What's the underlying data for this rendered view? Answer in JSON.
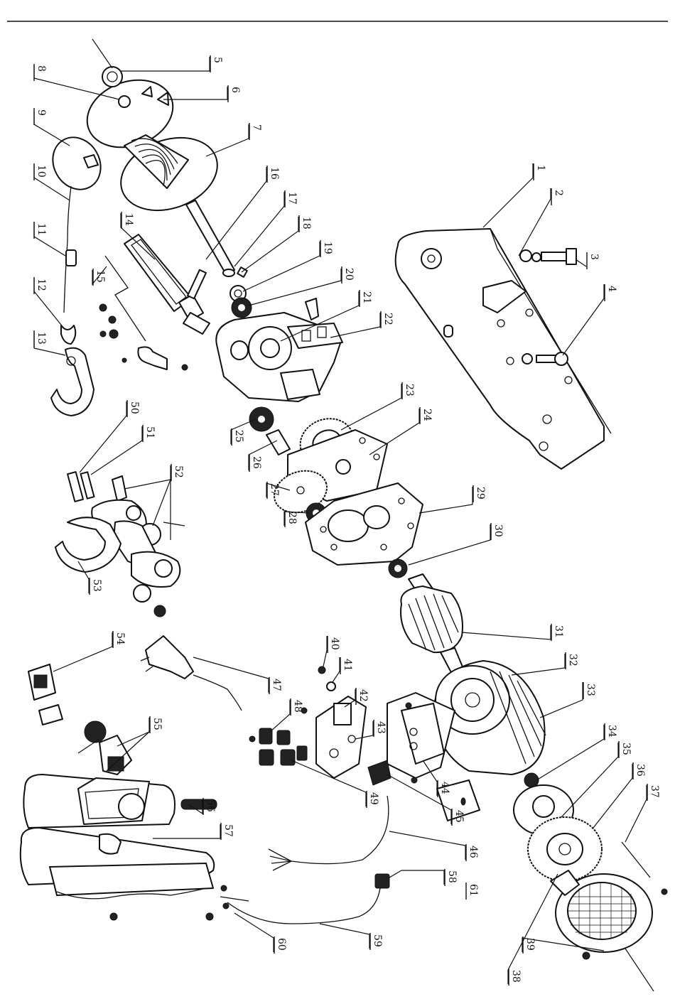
{
  "callouts": [
    "1",
    "2",
    "3",
    "4",
    "5",
    "6",
    "7",
    "8",
    "9",
    "10",
    "11",
    "12",
    "13",
    "14",
    "15",
    "16",
    "17",
    "18",
    "19",
    "20",
    "21",
    "22",
    "23",
    "24",
    "25",
    "26",
    "27",
    "28",
    "29",
    "30",
    "31",
    "32",
    "33",
    "34",
    "35",
    "36",
    "37",
    "38",
    "39",
    "40",
    "41",
    "42",
    "43",
    "44",
    "45",
    "46",
    "47",
    "48",
    "49",
    "50",
    "51",
    "52",
    "53",
    "54",
    "55",
    "56",
    "57",
    "58",
    "59",
    "60",
    "61"
  ],
  "colors": {
    "line": "#111111",
    "background": "#ffffff"
  }
}
